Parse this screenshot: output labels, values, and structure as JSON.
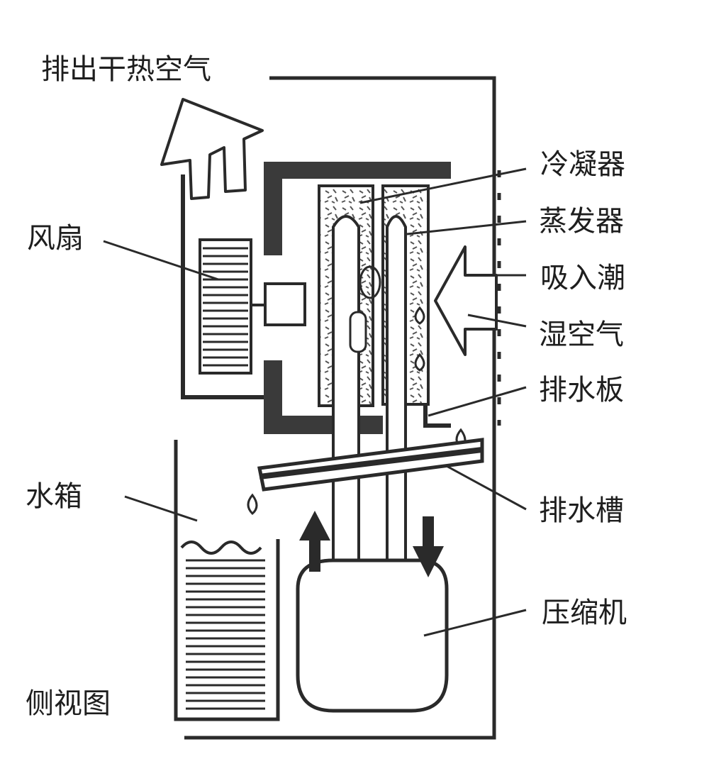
{
  "labels": {
    "exhaust": "排出干热空气",
    "condenser": "冷凝器",
    "evaporator": "蒸发器",
    "intake_line1": "吸入潮",
    "intake_line2": "湿空气",
    "drain_plate": "排水板",
    "drain_trough": "排水槽",
    "compressor": "压缩机",
    "fan": "风扇",
    "water_tank": "水箱",
    "side_view": "侧视图"
  },
  "colors": {
    "line": "#2a2a2a",
    "thick_wall": "#3a3a3a",
    "background": "#ffffff"
  }
}
